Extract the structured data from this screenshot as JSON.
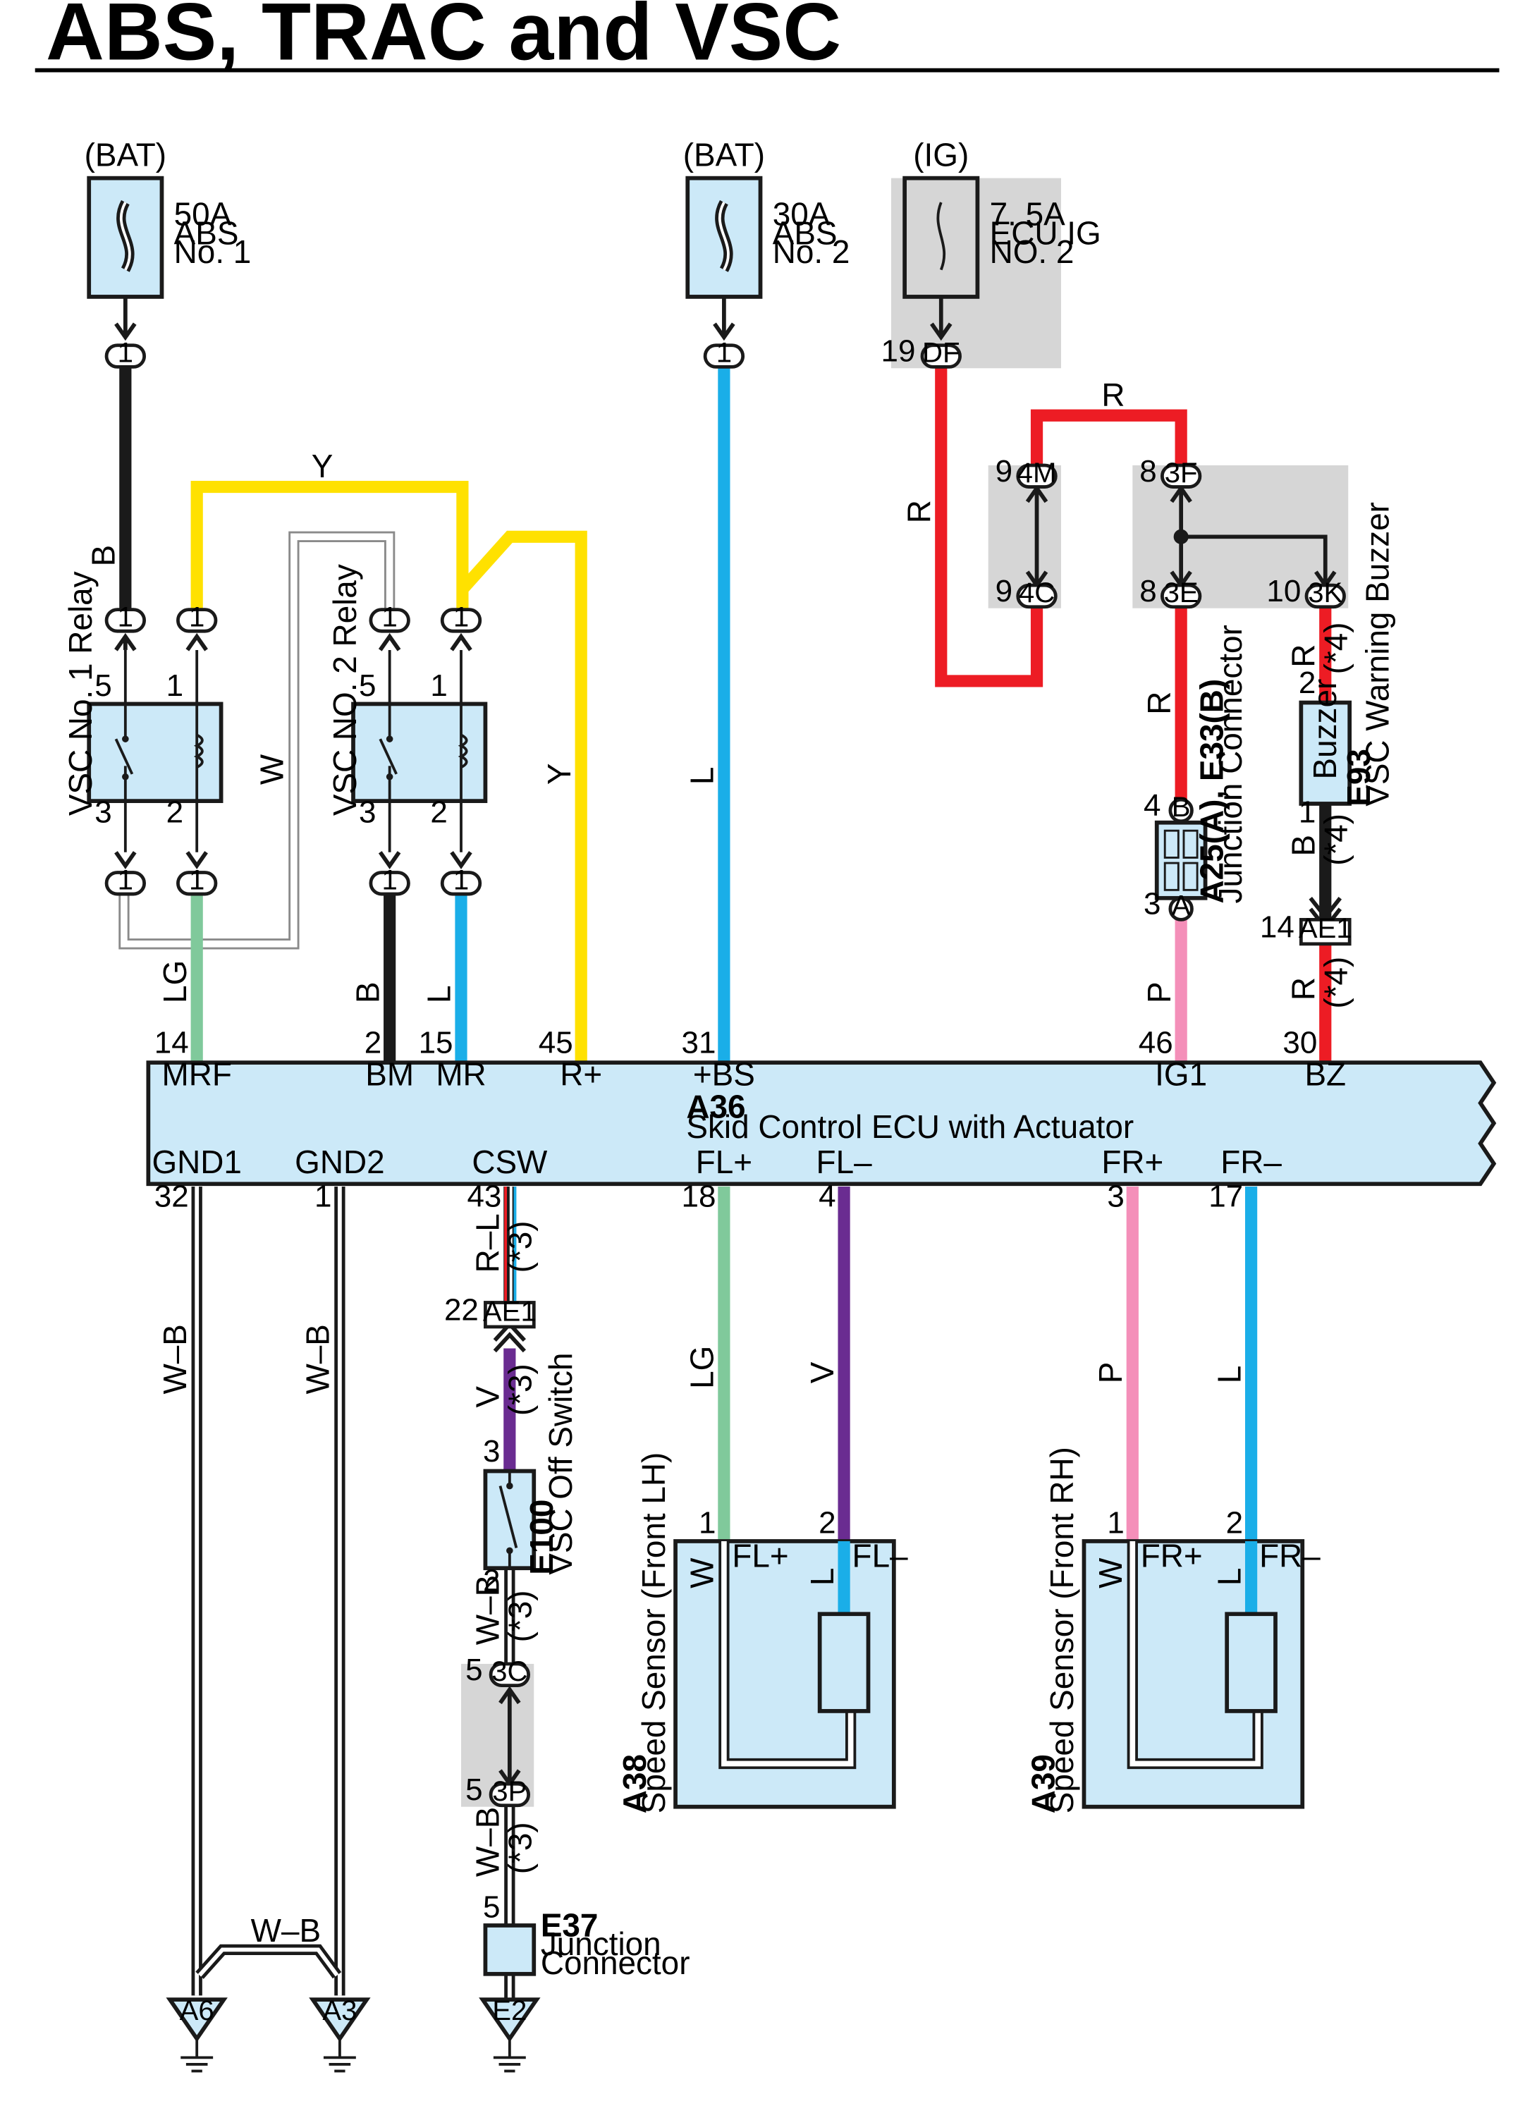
{
  "title": "ABS, TRAC and VSC",
  "sources": {
    "bat1": "(BAT)",
    "bat2": "(BAT)",
    "ig": "(IG)"
  },
  "fuses": {
    "f1": [
      "50A",
      "ABS",
      "No. 1"
    ],
    "f2": [
      "30A",
      "ABS",
      "No. 2"
    ],
    "f3": [
      "7. 5A",
      "ECU IG",
      "NO. 2"
    ]
  },
  "relays": {
    "vsc1": "VSC No. 1 Relay",
    "vsc2": "VSC NO. 2 Relay"
  },
  "ecu": {
    "code": "A36",
    "name": "Skid Control ECU with Actuator",
    "top_terminals": [
      "MRF",
      "BM",
      "MR",
      "R+",
      "+BS",
      "IG1",
      "BZ"
    ],
    "top_pins": [
      "14",
      "2",
      "15",
      "45",
      "31",
      "46",
      "30"
    ],
    "bottom_terminals": [
      "GND1",
      "GND2",
      "CSW",
      "FL+",
      "FL–",
      "FR+",
      "FR–"
    ],
    "bottom_pins": [
      "32",
      "1",
      "43",
      "18",
      "4",
      "3",
      "17"
    ]
  },
  "components": {
    "a25_code": "A25(A), E33(B)",
    "a25_name": "Junction Connector",
    "e93_code": "E93",
    "e93_name": "VSC Warning Buzzer",
    "buzzer": "Buzzer",
    "e100_code": "E100",
    "e100_name": "VSC Off Switch",
    "e37_code": "E37",
    "e37_name": [
      "Junction",
      "Connector"
    ],
    "a38_code": "A38",
    "a38_name": "Speed Sensor (Front LH)",
    "a39_code": "A39",
    "a39_name": "Speed Sensor (Front RH)"
  },
  "connectors": {
    "df": "DF",
    "c4m": "4M",
    "c4c": "4C",
    "c3f": "3F",
    "c3e": "3E",
    "c3k": "3K",
    "cb": "B",
    "ca": "A",
    "ae1a": "AE1",
    "ae1b": "AE1",
    "c3c": "3C",
    "c3p": "3P",
    "one": "1"
  },
  "pins": {
    "p19": "19",
    "p9a": "9",
    "p9b": "9",
    "p8a": "8",
    "p8b": "8",
    "p10": "10",
    "p4": "4",
    "p3": "3",
    "p2": "2",
    "p1": "1",
    "p14": "14",
    "p22": "22",
    "p5a": "5",
    "p5b": "5",
    "p5c": "5",
    "p3sw": "3",
    "p2sw": "2",
    "p5r": "5",
    "p1r": "1",
    "p3r": "3",
    "p2r": "2"
  },
  "wires": {
    "B": "B",
    "Y": "Y",
    "W": "W",
    "L": "L",
    "R": "R",
    "LG": "LG",
    "P": "P",
    "V": "V",
    "WB": "W–B",
    "RL": "R–L",
    "note3": "(*3)",
    "note4": "(*4)"
  },
  "grounds": [
    "A6",
    "A3",
    "E2"
  ],
  "colors": {
    "black": "#1a1a1a",
    "yellow": "#ffe100",
    "blue": "#1aaee8",
    "red": "#ed1c24",
    "pink": "#f48fb9",
    "light_green": "#80c99b",
    "violet": "#6a2c91",
    "component_fill": "#cce9f8",
    "shade": "#d6d6d6"
  }
}
